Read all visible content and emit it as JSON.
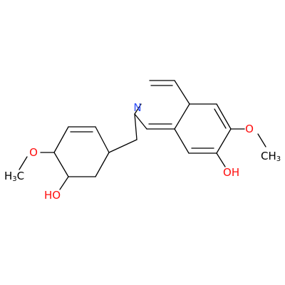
{
  "colors": {
    "background": "#ffffff",
    "bond": "#000000",
    "nitrogen": "#3050f8",
    "oxygen": "#ff0d0d",
    "carbon_label": "#000000"
  },
  "labels": {
    "n_ring": "N",
    "o_methoxy_right": "O",
    "ch3_right": "CH3",
    "oh_right": "OH",
    "o_methoxy_left": "O",
    "h3c_left": "H3C",
    "oh_left": "HO"
  },
  "label_parts": {
    "ch3_main": "CH",
    "ch3_sub": "3",
    "h3c_h": "H",
    "h3c_sub": "3",
    "h3c_c": "C",
    "oh_right_o": "O",
    "oh_right_h": "H",
    "oh_left_h": "H",
    "oh_left_o": "O"
  }
}
